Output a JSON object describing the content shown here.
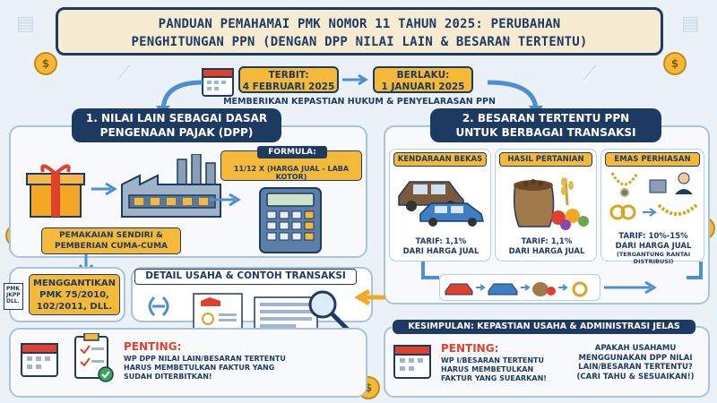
{
  "header": {
    "title_line1": "PANDUAN PEMAHAMAI PMK NOMOR 11 TAHUN 2025: PERUBAHAN",
    "title_line2": "PENGHITUNGAN PPN (DENGAN DPP NILAI LAIN & BESARAN TERTENTU)"
  },
  "dates": {
    "terbit_label": "TERBIT:",
    "terbit_value": "4 FEBRUARI 2025",
    "berlaku_label": "BERLAKU:",
    "berlaku_value": "1 JANUARI 2025",
    "subtitle": "MEMBERIKAN KEPASTIAN HUKUM & PENYELARASAN PPN"
  },
  "section1": {
    "heading_line1": "1. NILAI LAIN SEBAGAI DASAR",
    "heading_line2": "PENGENAAN PAJAK (DPP)",
    "formula_label": "FORMULA:",
    "formula_value": "11/12 X (HARGA JUAL - LABA KOTOR)",
    "usage_line1": "PEMAKAIAN SENDIRI &",
    "usage_line2": "PEMBERIAN CUMA-CUMA"
  },
  "section2": {
    "heading_line1": "2. BESARAN TERTENTU PPN",
    "heading_line2": "UNTUK BERBAGAI TRANSAKSI",
    "cards": [
      {
        "title": "KENDARAAN BEKAS",
        "line1": "TARIF: 1,1%",
        "line2": "DARI HARGA JUAL",
        "line3": ""
      },
      {
        "title": "HASIL PERTANIAN",
        "line1": "TARIF: 1,1%",
        "line2": "DARI HARGA JUAL",
        "line3": ""
      },
      {
        "title": "EMAS PERHIASAN",
        "line1": "TARIF: 10%-15%",
        "line2": "DARI HARGA JUAL",
        "line3": "(TERGANTUNG RANTAI DISTRIBUSI)"
      }
    ]
  },
  "replace": {
    "doc_label": "PMK JKPP DLL.",
    "line1": "MENGGANTIKAN",
    "line2": "PMK 75/2010,",
    "line3": "102/2011, DLL."
  },
  "detail": {
    "heading": "DETAIL USAHA & CONTOH TRANSAKSI"
  },
  "penting_left": {
    "title": "PENTING:",
    "line1": "WP DPP NILAI LAIN/BESARAN TERTENTU",
    "line2": "HARUS MEMBETULKAN FAKTUR YANG",
    "line3": "SUDAH DITERBITKAN!"
  },
  "conclusion": {
    "heading": "KESIMPULAN: KEPASTIAN USAHA & ADMINISTRASI JELAS",
    "penting_title": "PENTING:",
    "penting_line1": "WP I/BESARAN TERTENTU",
    "penting_line2": "HARUS MEMBETULKAN",
    "penting_line3": "FAKTUR YANG SUEARKAN!",
    "question_line1": "APAKAH USAHAMU",
    "question_line2": "MENGGUNAKAN DPP NILAI",
    "question_line3": "LAIN/BESARAN TERTENTU?",
    "question_line4": "(CARI TAHU & SESUAIKAN!)"
  },
  "coins": {
    "symbol": "$"
  },
  "colors": {
    "navy": "#1d3a63",
    "accent": "#f5b93a",
    "alert": "#e0412d",
    "arrow": "#4f8fd0"
  }
}
